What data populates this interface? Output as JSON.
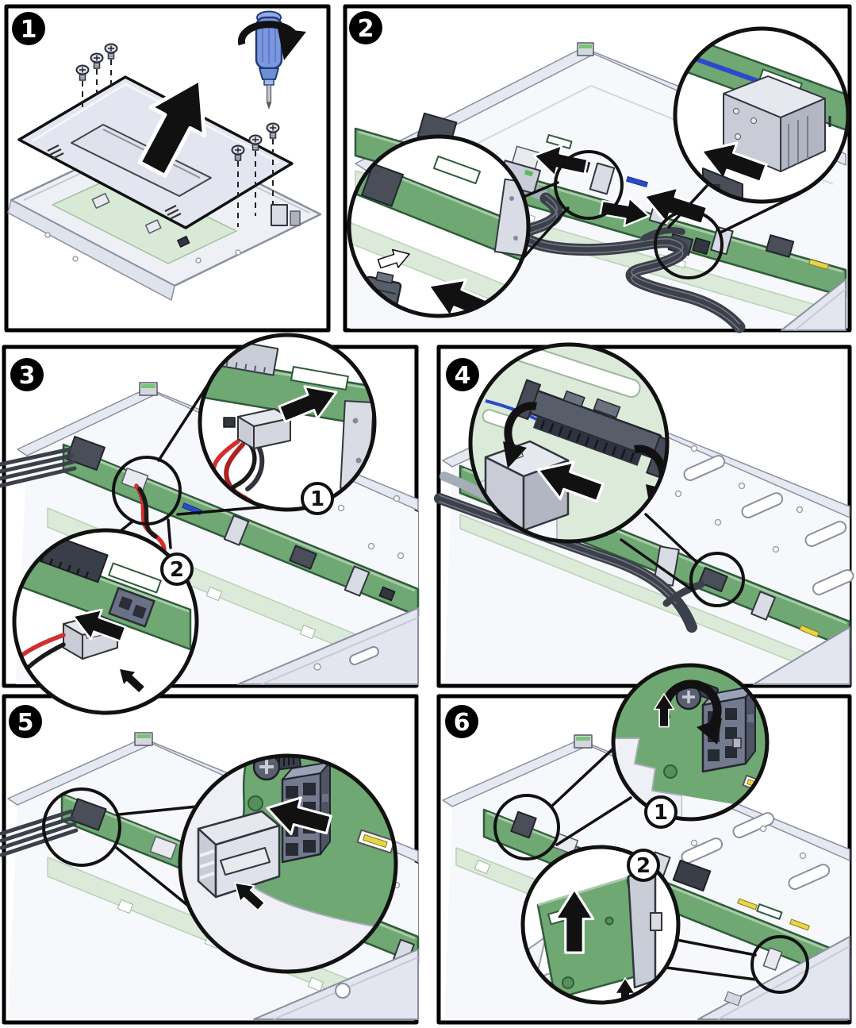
{
  "figure": {
    "kind": "hardware-service-procedure-diagram",
    "panel_count": 6
  },
  "colors": {
    "background": "#ffffff",
    "panel_border": "#000000",
    "pcb_green": "#6fa873",
    "pcb_green_dark": "#2f5c3a",
    "pale_green_floor": "#dcead9",
    "chassis_light": "#eceef5",
    "chassis_floor": "#f7f8fb",
    "connector_dark": "#4a4e59",
    "connector_light": "#e8eaf0",
    "cable_dark": "#3c404a",
    "wire_red": "#d12f2f",
    "wire_black": "#1a1a1a",
    "accent_blue": "#2b49cc",
    "slot_yellow": "#e8d44a",
    "screwdriver_blue": "#7b97dd",
    "arrow_black": "#111111",
    "badge_black": "#000000"
  },
  "panels": [
    {
      "id": "step-1",
      "badge": "1",
      "depicts": "remove-top-cover",
      "screw_count": 6,
      "icons": [
        "screwdriver-icon",
        "rotate-clockwise-arrow-icon",
        "lift-cover-arrow-icon",
        "screw-icon"
      ],
      "callouts": []
    },
    {
      "id": "step-2",
      "badge": "2",
      "depicts": "disconnect-backplane-cables",
      "icons": [
        "magnifier-callout-circle",
        "disconnect-arrow-icon",
        "press-latch-arrow-icon"
      ],
      "callouts": []
    },
    {
      "id": "step-3",
      "badge": "3",
      "depicts": "disconnect-power-cables",
      "icons": [
        "magnifier-callout-circle",
        "disconnect-arrow-icon",
        "press-latch-arrow-icon"
      ],
      "callouts": [
        {
          "label": "1"
        },
        {
          "label": "2"
        }
      ]
    },
    {
      "id": "step-4",
      "badge": "4",
      "depicts": "release-latch-connector",
      "icons": [
        "magnifier-callout-circle",
        "latch-release-curved-arrow-icon",
        "disconnect-arrow-icon"
      ],
      "callouts": []
    },
    {
      "id": "step-5",
      "badge": "5",
      "depicts": "disconnect-power-distribution-connector",
      "icons": [
        "magnifier-callout-circle",
        "thumbscrew-icon",
        "disconnect-arrow-icon",
        "press-latch-arrow-icon"
      ],
      "callouts": []
    },
    {
      "id": "step-6",
      "badge": "6",
      "depicts": "loosen-thumbscrew-and-lift-board",
      "icons": [
        "magnifier-callout-circle",
        "thumbscrew-icon",
        "rotate-counterclockwise-arrow-icon",
        "lift-arrow-icon"
      ],
      "callouts": [
        {
          "label": "1"
        },
        {
          "label": "2"
        }
      ]
    }
  ]
}
